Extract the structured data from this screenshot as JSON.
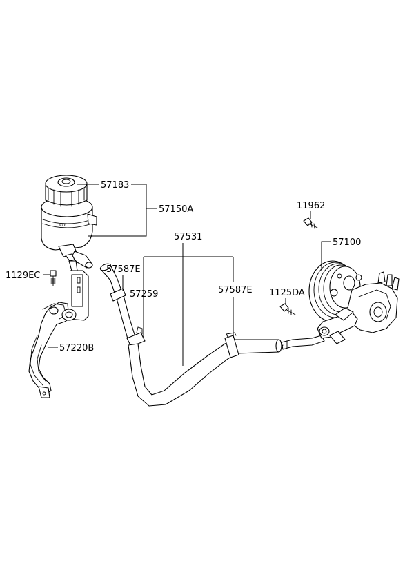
{
  "diagram": {
    "callouts": {
      "cap": "57183",
      "reservoir": "57150A",
      "bolt_left": "1129EC",
      "bracket": "57220B",
      "hose_assy": "57531",
      "clamp_left": "57587E",
      "clamp_right": "57587E",
      "hose_clip": "57259",
      "bolt_top": "11962",
      "pump": "57100",
      "bolt_pump": "1125DA"
    }
  }
}
